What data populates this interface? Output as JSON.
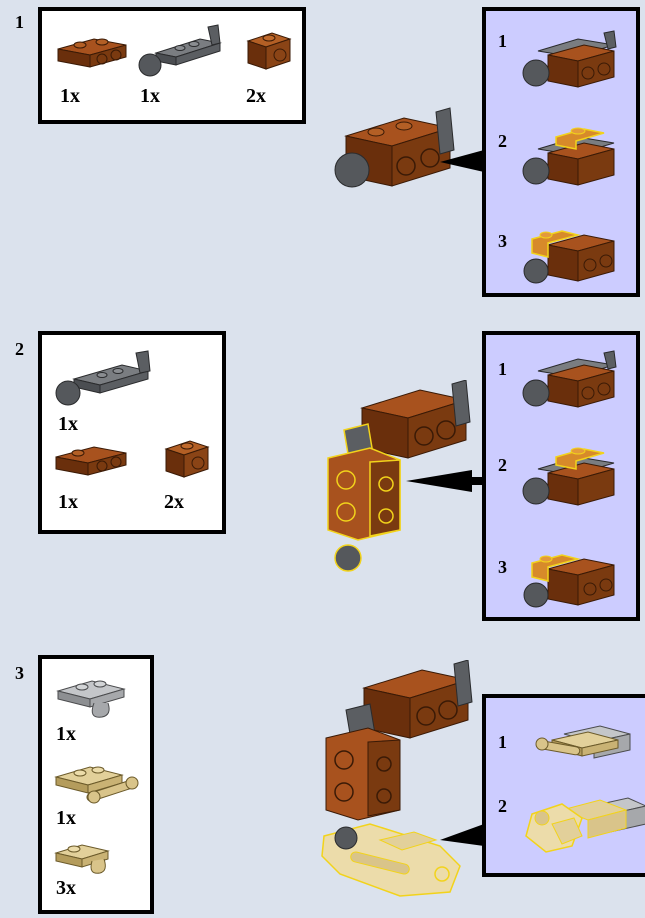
{
  "colors": {
    "background": "#dbe2ed",
    "callout": "#ccccff",
    "brown": "#7a3a10",
    "dark_gray": "#5b5e62",
    "tan": "#d9c48a",
    "light_gray": "#a6a8ab",
    "highlight": "#f2d31b"
  },
  "steps": [
    {
      "number": "1",
      "parts": [
        {
          "icon": "brown-plate-bracket-icon",
          "qty": "1x"
        },
        {
          "icon": "gray-ball-joint-plate-icon",
          "qty": "1x"
        },
        {
          "icon": "brown-bracket-icon",
          "qty": "2x"
        }
      ],
      "substeps": [
        "1",
        "2",
        "3"
      ]
    },
    {
      "number": "2",
      "parts": [
        {
          "icon": "gray-ball-joint-plate-icon",
          "qty": "1x"
        },
        {
          "icon": "brown-plate-bracket-icon",
          "qty": "1x"
        },
        {
          "icon": "brown-bracket-icon",
          "qty": "2x"
        }
      ],
      "substeps": [
        "1",
        "2",
        "3"
      ]
    },
    {
      "number": "3",
      "parts": [
        {
          "icon": "light-gray-clip-plate-icon",
          "qty": "1x"
        },
        {
          "icon": "tan-bar-plate-icon",
          "qty": "1x"
        },
        {
          "icon": "tan-clip-plate-icon",
          "qty": "3x"
        }
      ],
      "substeps": [
        "1",
        "2"
      ]
    }
  ]
}
